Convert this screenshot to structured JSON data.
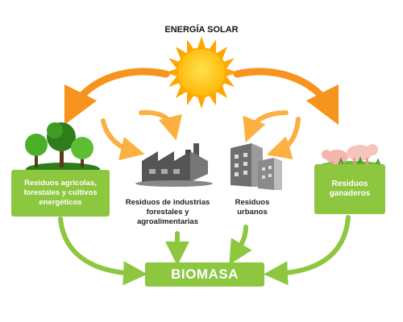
{
  "title": "ENERGÍA SOLAR",
  "sources": {
    "agricolas": "Residuos agrícolas,\nforestales y cultivos\nenergéticos",
    "industrias": "Residuos de industrias\nforestales y\nagroalimentarias",
    "urbanos": "Residuos\nurbanos",
    "ganaderos": "Residuos\nganaderos"
  },
  "result": "BIOMASA",
  "colors": {
    "green": "#8dc63f",
    "orange": "#f7941d",
    "yellow": "#fbb040",
    "sun": "#ffcc00"
  }
}
